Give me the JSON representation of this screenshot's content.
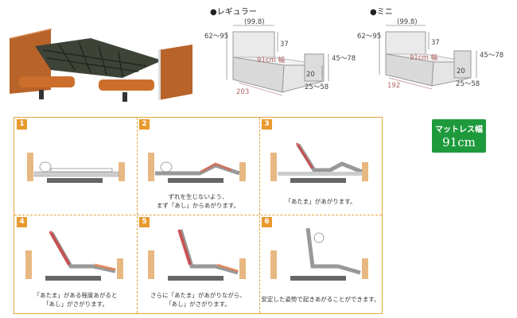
{
  "diagrams": {
    "regular": {
      "title": "●レギュラー",
      "top_width": "(99.8)",
      "head_height": "62～95",
      "head_board": "37",
      "mattress_label": "91cm 幅",
      "foot_height": "45～78",
      "deck_height": "20",
      "length": "203",
      "foot_range": "25～58"
    },
    "mini": {
      "title": "●ミニ",
      "top_width": "(99.8)",
      "head_height": "62～95",
      "head_board": "37",
      "mattress_label": "91cm 幅",
      "foot_height": "45～78",
      "deck_height": "20",
      "length": "192",
      "foot_range": "25～58"
    }
  },
  "steps": [
    {
      "num": "1",
      "line1": "",
      "line2": ""
    },
    {
      "num": "2",
      "line1": "ずれを生じないよう、",
      "line2": "まず「あし」からあがります。"
    },
    {
      "num": "3",
      "line1": "「あたま」があがります。",
      "line2": ""
    },
    {
      "num": "4",
      "line1": "「あたま」がある程度あがると",
      "line2": "「あし」がさがります。"
    },
    {
      "num": "5",
      "line1": "さらに「あたま」があがりながら、",
      "line2": "「あし」がさがります。"
    },
    {
      "num": "6",
      "line1": "安定した姿勢で起きあがることができます。",
      "line2": ""
    }
  ],
  "mattress_badge": {
    "label": "マットレス幅",
    "value": "91cm"
  }
}
